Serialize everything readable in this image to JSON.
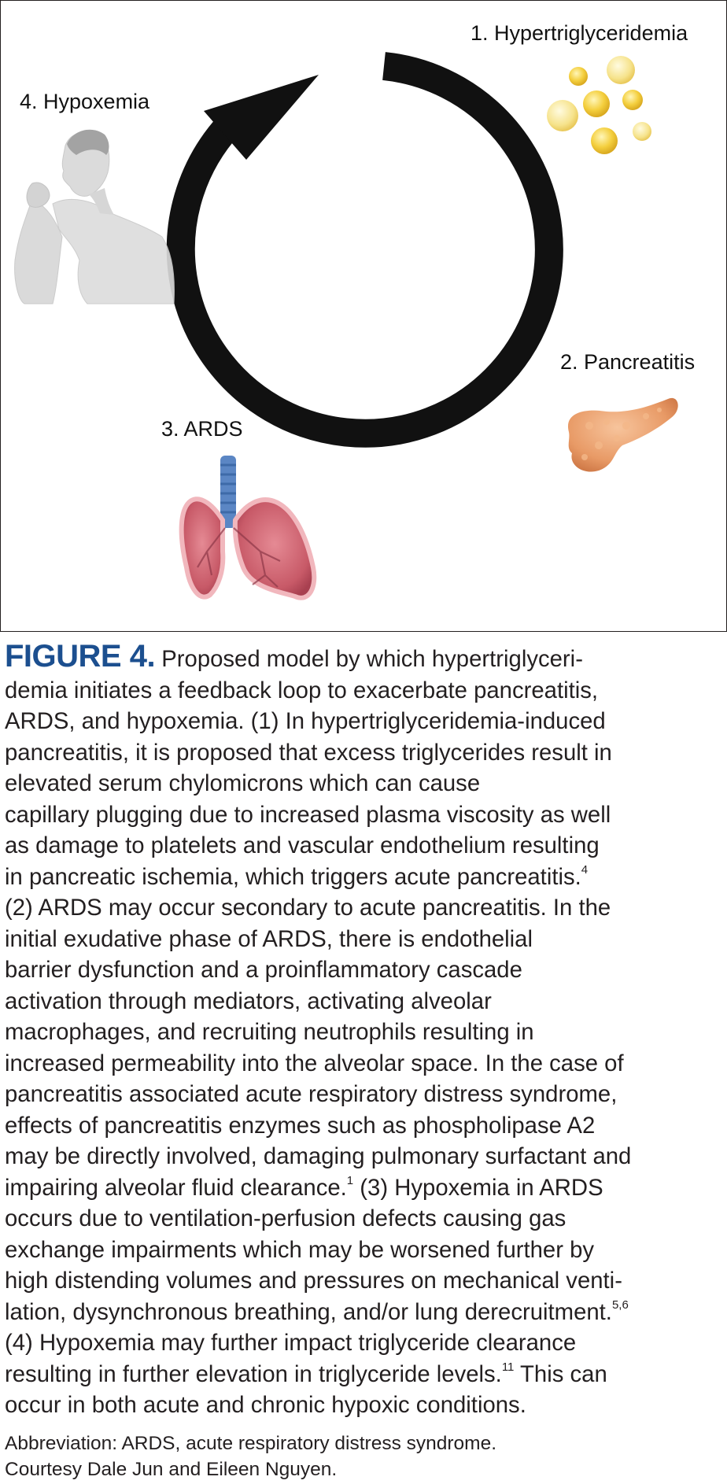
{
  "figure": {
    "labels": {
      "step1": "1. Hypertriglyceridemia",
      "step2": "2. Pancreatitis",
      "step3": "3. ARDS",
      "step4": "4. Hypoxemia"
    },
    "icons": [
      "cycle-arrow-icon",
      "lipid-droplets-icon",
      "pancreas-icon",
      "lungs-icon",
      "coughing-man-icon"
    ],
    "colors": {
      "arrow": "#111111",
      "droplet": "#f2c83a",
      "pancreas": "#e8996a",
      "lungs": "#c95f6e",
      "trachea": "#5b86c4"
    }
  },
  "caption": {
    "fig_label": "FIGURE 4.",
    "line1": " Proposed model by which hypertriglyceri-",
    "line2": "demia initiates a feedback loop to exacerbate pancreatitis,",
    "line3": "ARDS, and hypoxemia. (1) In hypertriglyceridemia-induced",
    "line4": "pancreatitis, it is proposed that excess triglycerides result in",
    "line5": "elevated serum chylomicrons which can cause",
    "line6": "capillary plugging due to increased plasma viscosity as well",
    "line7": "as damage to platelets and vascular endothelium resulting",
    "line8": "in pancreatic ischemia, which triggers acute pancreatitis.",
    "line8_sup": "4",
    "line9": "(2) ARDS may occur secondary to acute pancreatitis. In the",
    "line10": "initial exudative phase of ARDS, there is endothelial",
    "line11": "barrier dysfunction and a proinflammatory cascade",
    "line12": "activation through mediators, activating alveolar",
    "line13": "macrophages, and recruiting neutrophils resulting in",
    "line14": "increased permeability into the alveolar space. In the case of",
    "line15": "pancreatitis associated acute respiratory distress syndrome,",
    "line16": "effects of pancreatitis enzymes such as phospholipase A2",
    "line17": "may be directly involved, damaging pulmonary surfactant and",
    "line18a": "impairing alveolar fluid clearance.",
    "line18_sup": "1",
    "line18b": " (3) Hypoxemia in ARDS",
    "line19": "occurs due to ventilation-perfusion defects causing gas",
    "line20": "exchange impairments which may be worsened further by",
    "line21": "high distending volumes and pressures on mechanical venti-",
    "line22": "lation, dysynchronous breathing, and/or lung derecruitment.",
    "line22_sup": "5,6",
    "line23": "(4) Hypoxemia may further impact triglyceride clearance",
    "line24a": "resulting in further elevation in triglyceride levels.",
    "line24_sup": "11",
    "line24b": " This can",
    "line25": "occur in both acute and chronic hypoxic conditions."
  },
  "footnotes": {
    "abbreviation": "Abbreviation: ARDS, acute respiratory distress syndrome.",
    "courtesy": "Courtesy Dale Jun and Eileen Nguyen."
  }
}
